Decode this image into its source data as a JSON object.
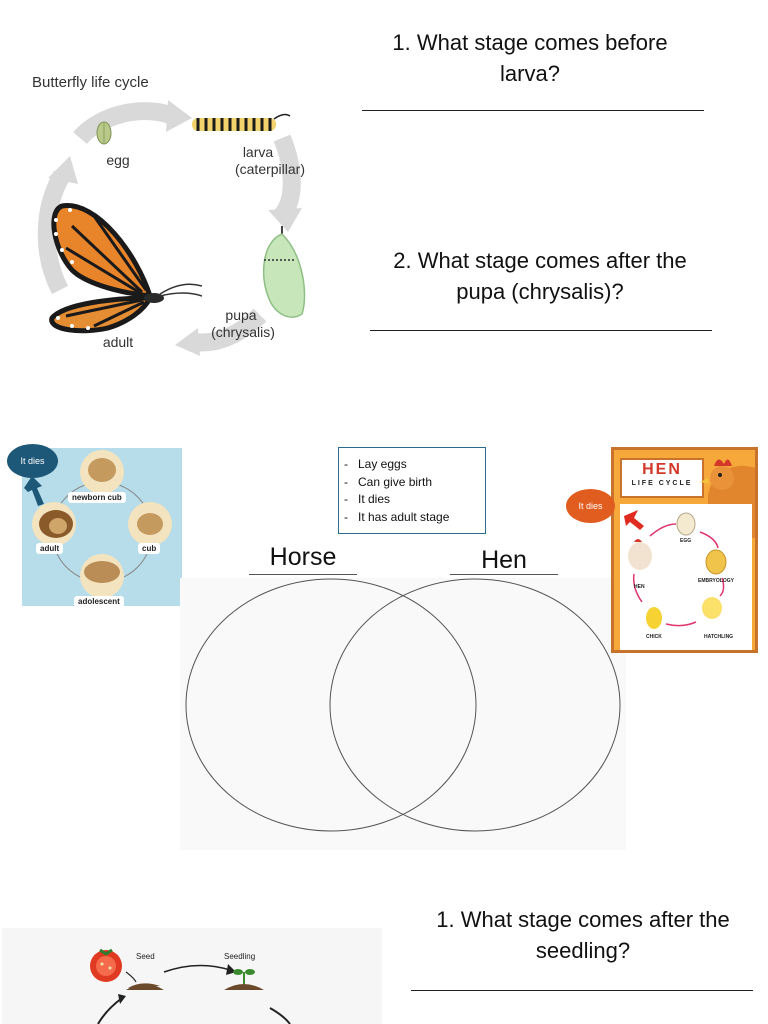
{
  "butterfly": {
    "title": "Butterfly life cycle",
    "stages": {
      "egg": "egg",
      "larva": "larva",
      "larva_sub": "(caterpillar)",
      "pupa": "pupa",
      "pupa_sub": "(chrysalis)",
      "adult": "adult"
    }
  },
  "questions": {
    "q1_line1": "1.  What stage comes before",
    "q1_line2": "larva?",
    "q2_line1": "2. What stage comes after the",
    "q2_line2": "pupa (chrysalis)?",
    "q3_line1": "1.  What stage comes after the",
    "q3_line2": "seedling?"
  },
  "lion": {
    "bubble": "It dies",
    "stages": {
      "newborn": "newborn cub",
      "cub": "cub",
      "adolescent": "adolescent",
      "adult": "adult"
    }
  },
  "venn": {
    "left_title": "Horse",
    "right_title": "Hen",
    "word_bank": [
      "Lay eggs",
      "Can give birth",
      "It dies",
      "It has adult stage"
    ]
  },
  "hen": {
    "title": "HEN",
    "subtitle": "LIFE CYCLE",
    "bubble": "It dies",
    "stages": {
      "egg": "EGG",
      "embryology": "EMBRYOLOGY",
      "hatchling": "HATCHLING",
      "chick": "CHICK",
      "hen": "HEN"
    }
  },
  "tomato": {
    "stages": {
      "seed": "Seed",
      "seedling": "Seedling"
    }
  },
  "colors": {
    "lion_bg": "#b7dcea",
    "lion_bubble": "#1e5878",
    "hen_border": "#c8722b",
    "hen_bubble": "#e05c1f",
    "bubble_text": "#ffffff"
  }
}
